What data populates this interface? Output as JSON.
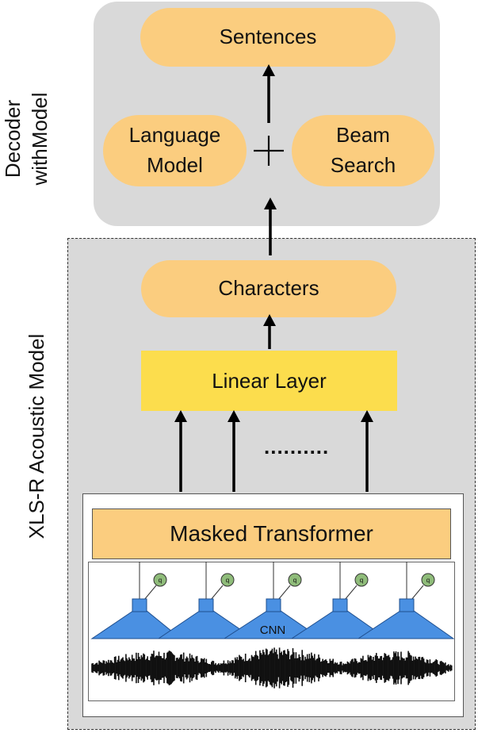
{
  "decoder": {
    "label_line1": "Decoder",
    "label_line2": "withModel",
    "sentences": "Sentences",
    "language_model_line1": "Language",
    "language_model_line2": "Model",
    "plus": "+",
    "beam_search_line1": "Beam",
    "beam_search_line2": "Search"
  },
  "acoustic": {
    "label": "XLS-R Acoustic Model",
    "characters": "Characters",
    "linear_layer": "Linear Layer",
    "ellipsis": "..........",
    "masked_transformer": "Masked Transformer",
    "cnn": "CNN",
    "quantizer_symbol": "q"
  },
  "colors": {
    "pill_orange": "#fbcd7f",
    "linear_yellow": "#fcdd4d",
    "panel_gray": "#d9d9d9",
    "cnn_blue": "#4a90e2",
    "quantizer_green": "#8fbc7a"
  }
}
